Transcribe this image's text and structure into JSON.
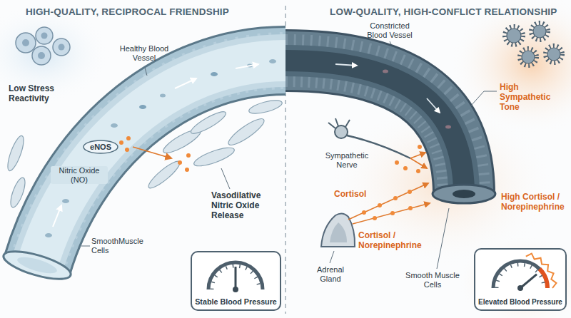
{
  "diagram": {
    "nodes": [
      {
        "text": [
          "eNOS"
        ]
      },
      {
        "text": [
          "Stable Blood Pressure"
        ]
      },
      {
        "text": [
          "Elevated Blood Pressure"
        ]
      }
    ],
    "labels": [
      "HIGH-QUALITY, RECIPROCAL FRIENDSHIP",
      "LOW-QUALITY, HIGH-CONFLICT RELATIONSHIP",
      "Healthy Blood Vessel",
      "Low Stress Reactivity",
      "Nitric Oxide (NO)",
      "Vasodilative Nitric Oxide Release",
      "SmoothMuscle Cells",
      "Constricted Blood Vessel",
      "High Sympathetic Tone",
      "Sympathetic Nerve",
      "Cortisol",
      "Adrenal Gland",
      "Cortisol / Norepinephrine",
      "Smooth Muscle Cells",
      "High Cortisol / Norepinephrine"
    ]
  }
}
